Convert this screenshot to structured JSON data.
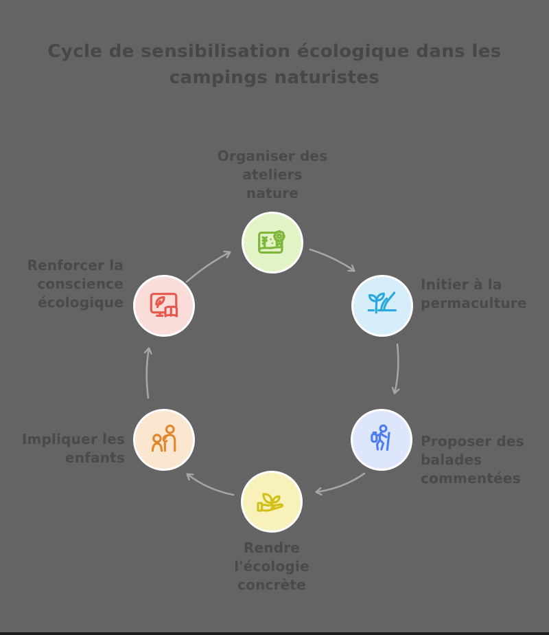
{
  "title": "Cycle de sensibilisation écologique dans les\ncampings naturistes",
  "colors": {
    "background": "#646464",
    "title_text": "#474747",
    "label_text": "#4a4a4a",
    "arrow": "#a6a6a6",
    "circle_ring": "#ffffff"
  },
  "cycle": {
    "direction": "clockwise",
    "steps": [
      {
        "id": "ateliers",
        "label": "Organiser des\nateliers\nnature",
        "icon": "landscape-award-icon",
        "circle_color": "#e2f3c6",
        "icon_color": "#7eb63c"
      },
      {
        "id": "permaculture",
        "label": "Initier à la\npermaculture",
        "icon": "sprout-trowel-icon",
        "circle_color": "#d5eefa",
        "icon_color": "#2aa7dc"
      },
      {
        "id": "balades",
        "label": "Proposer des\nbalades\ncommentées",
        "icon": "hiker-icon",
        "circle_color": "#dde6fb",
        "icon_color": "#4d7df2"
      },
      {
        "id": "ecologie",
        "label": "Rendre\nl'écologie\nconcrète",
        "icon": "hand-leaves-icon",
        "circle_color": "#f8f2ba",
        "icon_color": "#d2bf18"
      },
      {
        "id": "enfants",
        "label": "Impliquer les\nenfants",
        "icon": "adult-child-icon",
        "circle_color": "#fbe6cf",
        "icon_color": "#e2862d"
      },
      {
        "id": "conscience",
        "label": "Renforcer la\nconscience\nécologique",
        "icon": "monitor-book-icon",
        "circle_color": "#fadcd9",
        "icon_color": "#e6584d"
      }
    ]
  }
}
